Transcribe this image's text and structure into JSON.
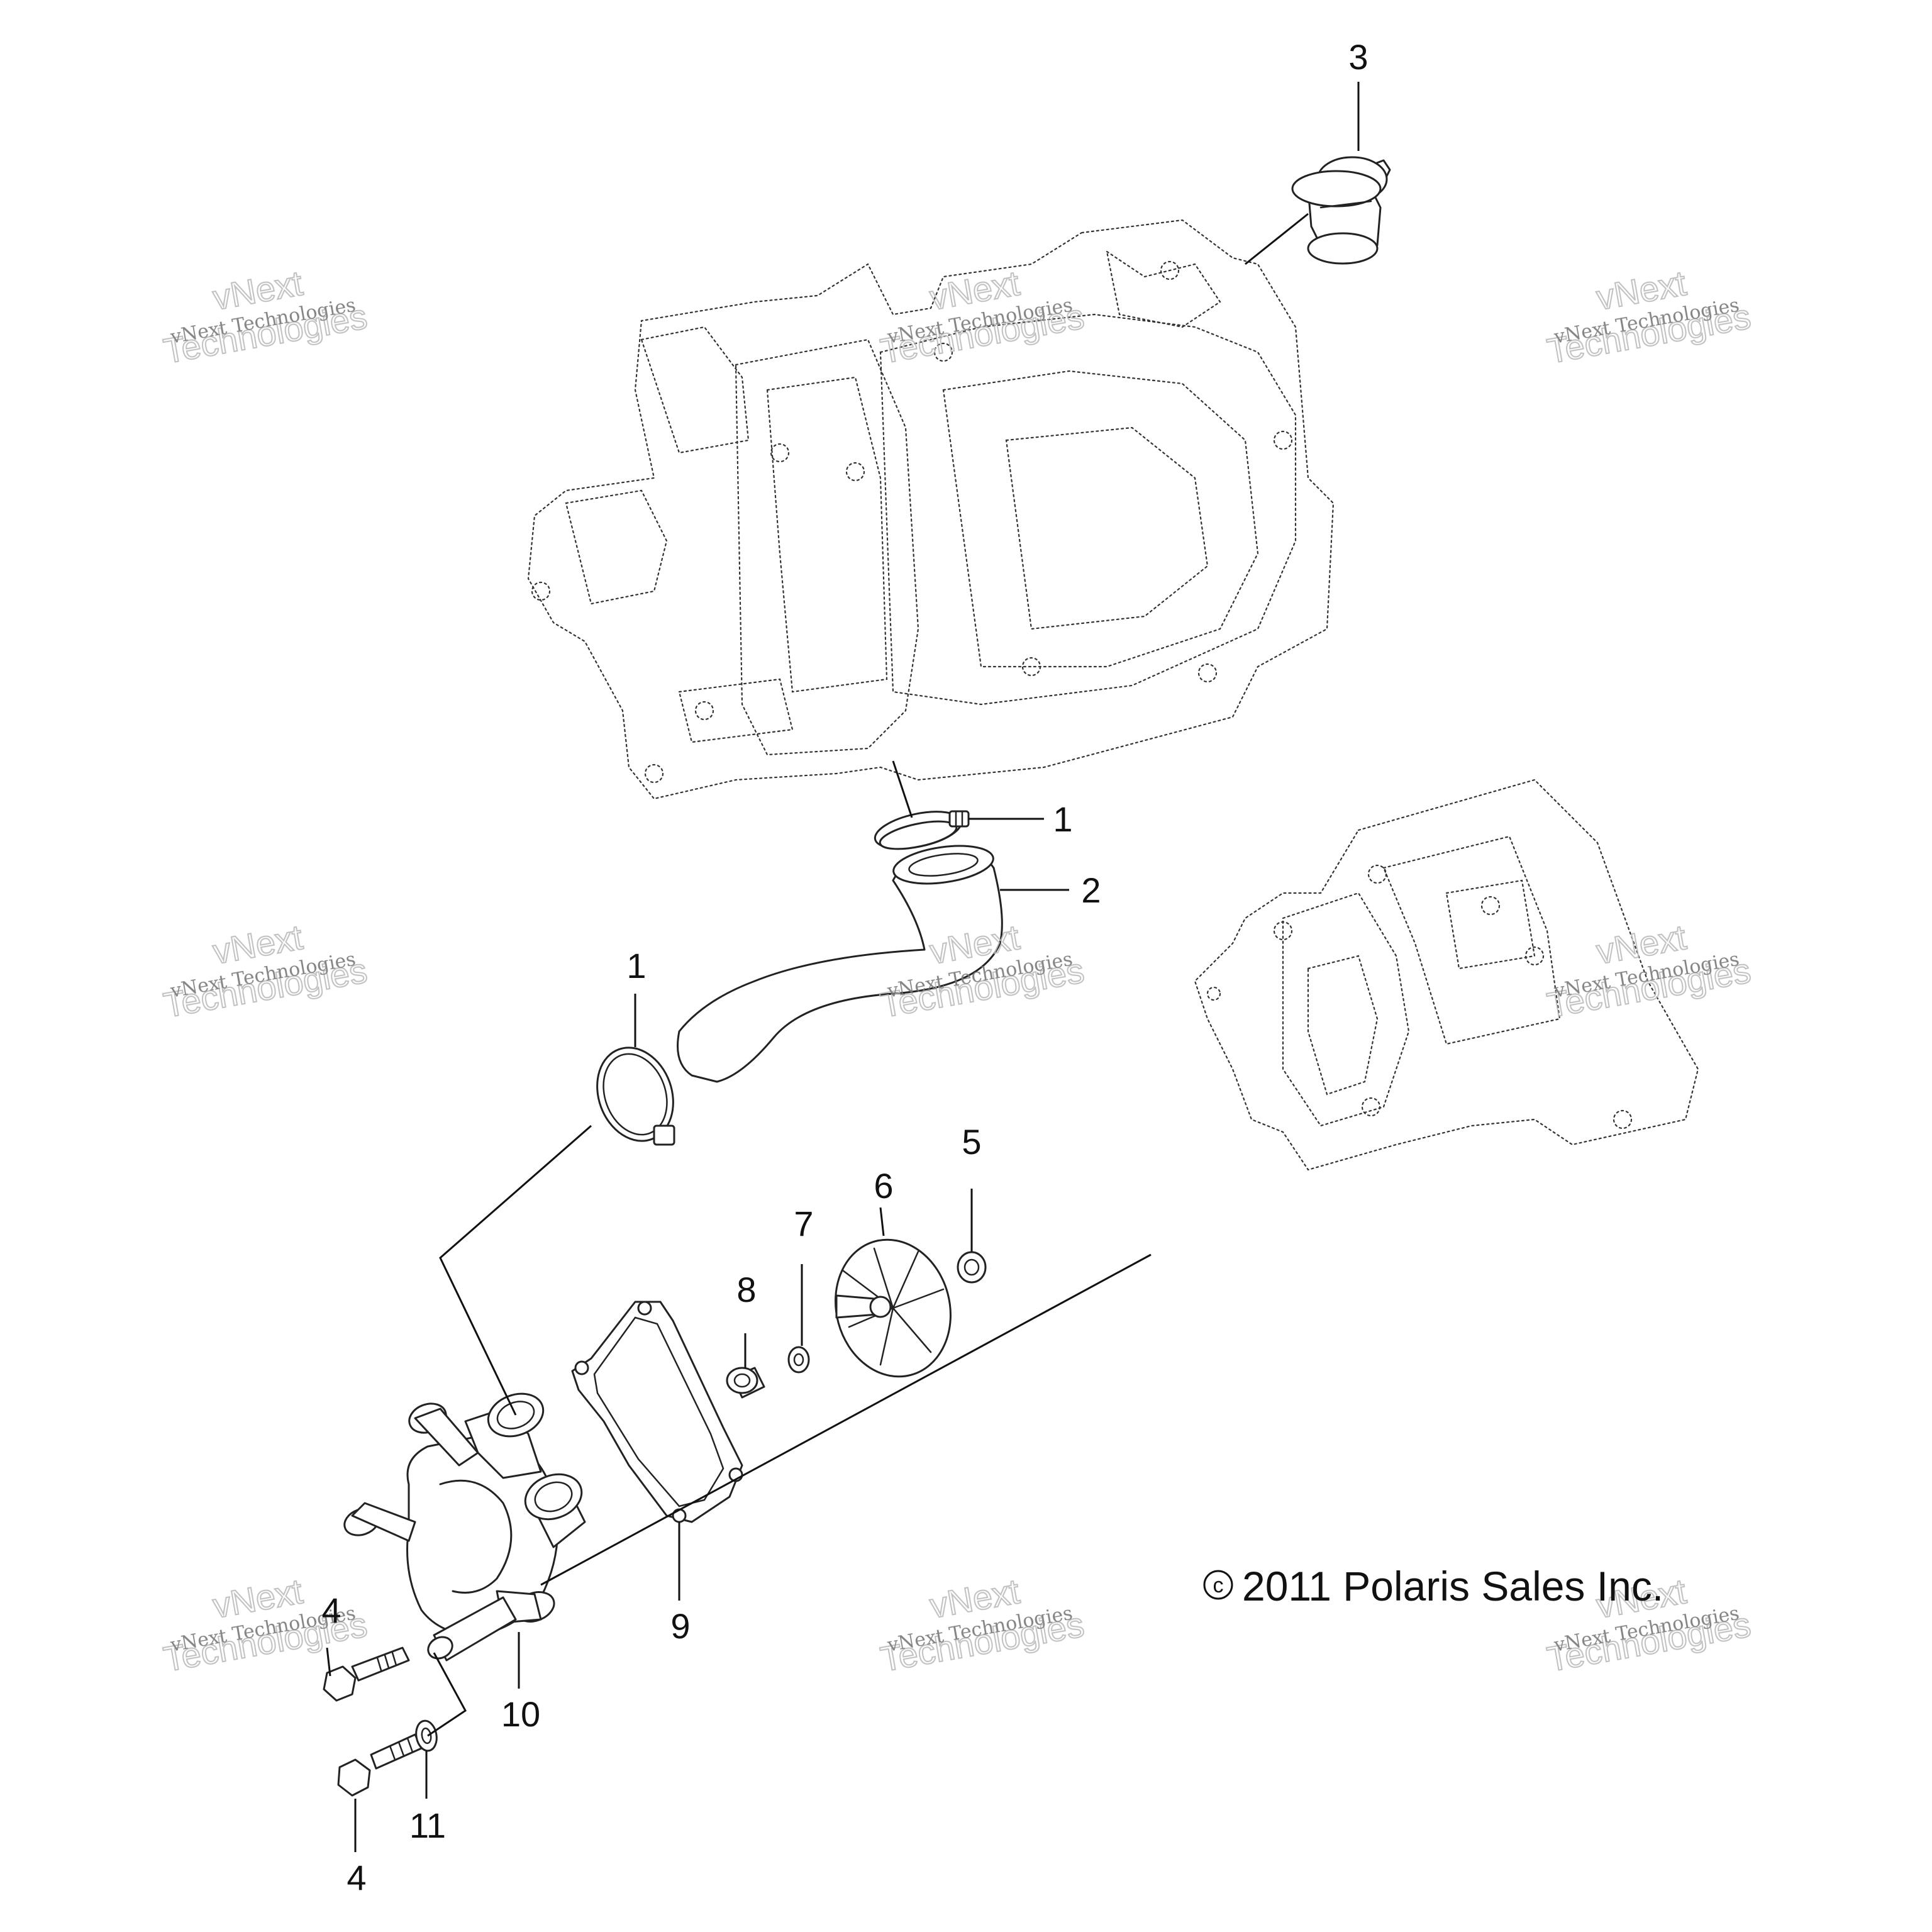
{
  "copyright": {
    "symbol": "c",
    "text": "2011  Polaris Sales Inc."
  },
  "callouts": [
    "3",
    "1",
    "2",
    "1",
    "5",
    "6",
    "7",
    "8",
    "9",
    "4",
    "10",
    "4",
    "11"
  ],
  "watermark": {
    "small_text": "vNext Technologies",
    "big_line1": "vNext",
    "big_line2": "Technologies"
  },
  "parts": [
    {
      "icon": "thermostat-icon"
    },
    {
      "icon": "hose-clamp-icon"
    },
    {
      "icon": "coolant-hose-icon"
    },
    {
      "icon": "water-pump-cover-icon"
    },
    {
      "icon": "impeller-icon"
    },
    {
      "icon": "gasket-icon"
    },
    {
      "icon": "bolt-icon"
    },
    {
      "icon": "washer-icon"
    },
    {
      "icon": "seal-icon"
    },
    {
      "icon": "dowel-pin-icon"
    },
    {
      "icon": "cylinder-head-icon"
    },
    {
      "icon": "crankcase-icon"
    }
  ]
}
